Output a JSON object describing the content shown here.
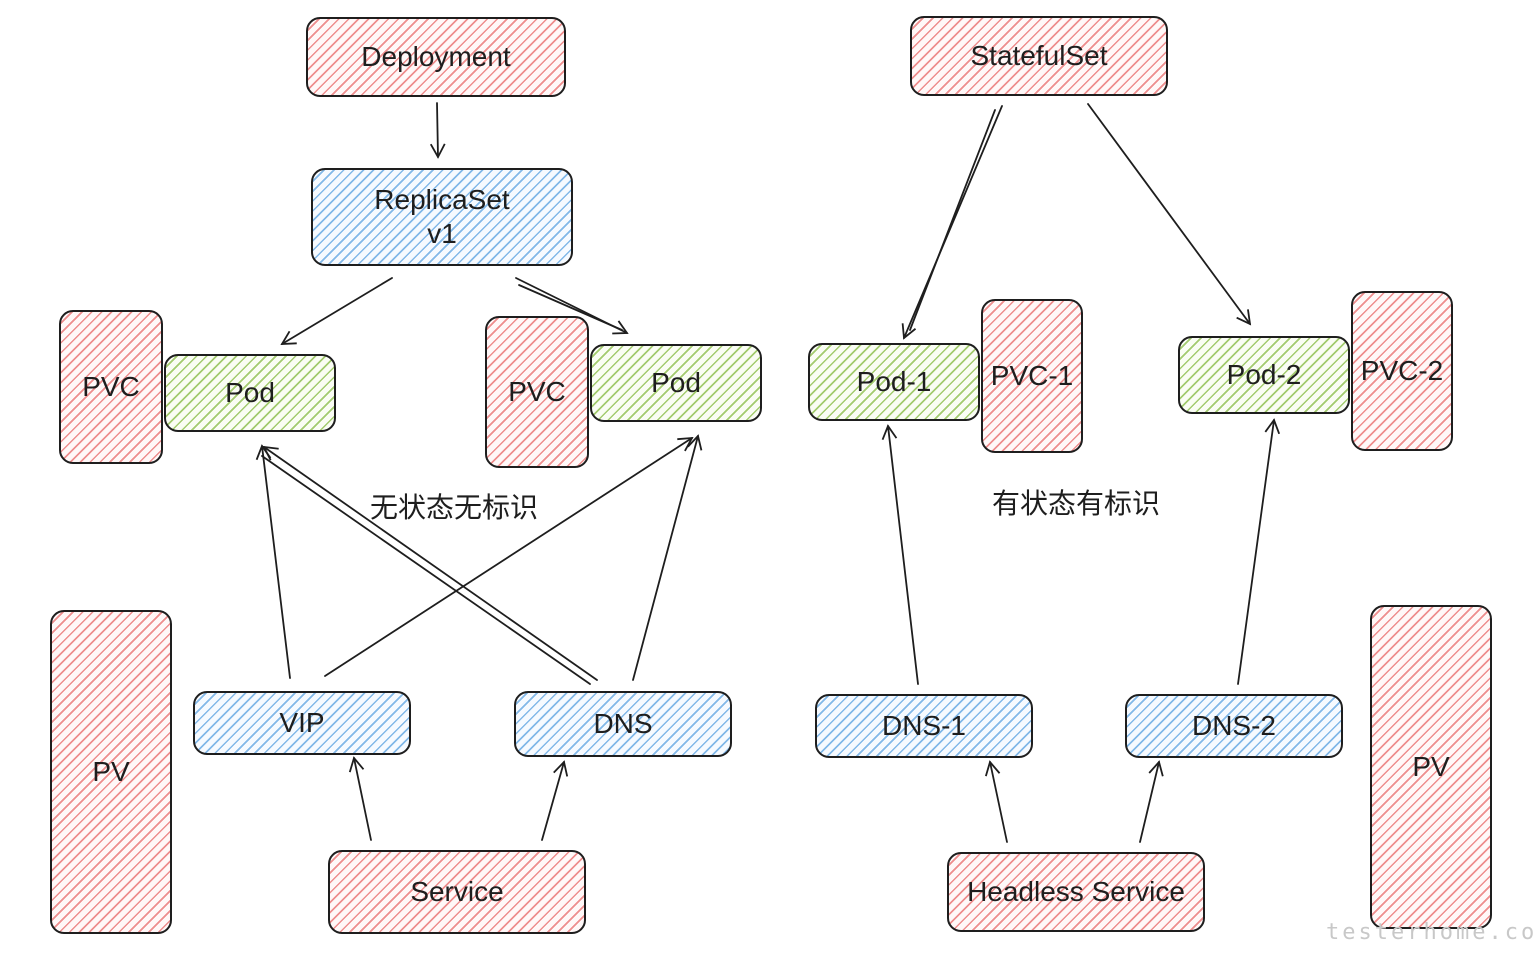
{
  "left": {
    "deployment": "Deployment",
    "replicaset_line1": "ReplicaSet",
    "replicaset_line2": "v1",
    "pvc_a": "PVC",
    "pod_a": "Pod",
    "pvc_b": "PVC",
    "pod_b": "Pod",
    "pv": "PV",
    "vip": "VIP",
    "dns": "DNS",
    "service": "Service",
    "caption": "无状态无标识"
  },
  "right": {
    "statefulset": "StatefulSet",
    "pod_1": "Pod-1",
    "pvc_1": "PVC-1",
    "pod_2": "Pod-2",
    "pvc_2": "PVC-2",
    "dns_1": "DNS-1",
    "dns_2": "DNS-2",
    "pv": "PV",
    "headless_service": "Headless Service",
    "caption": "有状态有标识"
  },
  "watermark": "testerhome.com",
  "colors": {
    "red": "#e03131",
    "blue": "#1c7ed6",
    "green": "#66a80f",
    "stroke": "#1e1e1e"
  }
}
